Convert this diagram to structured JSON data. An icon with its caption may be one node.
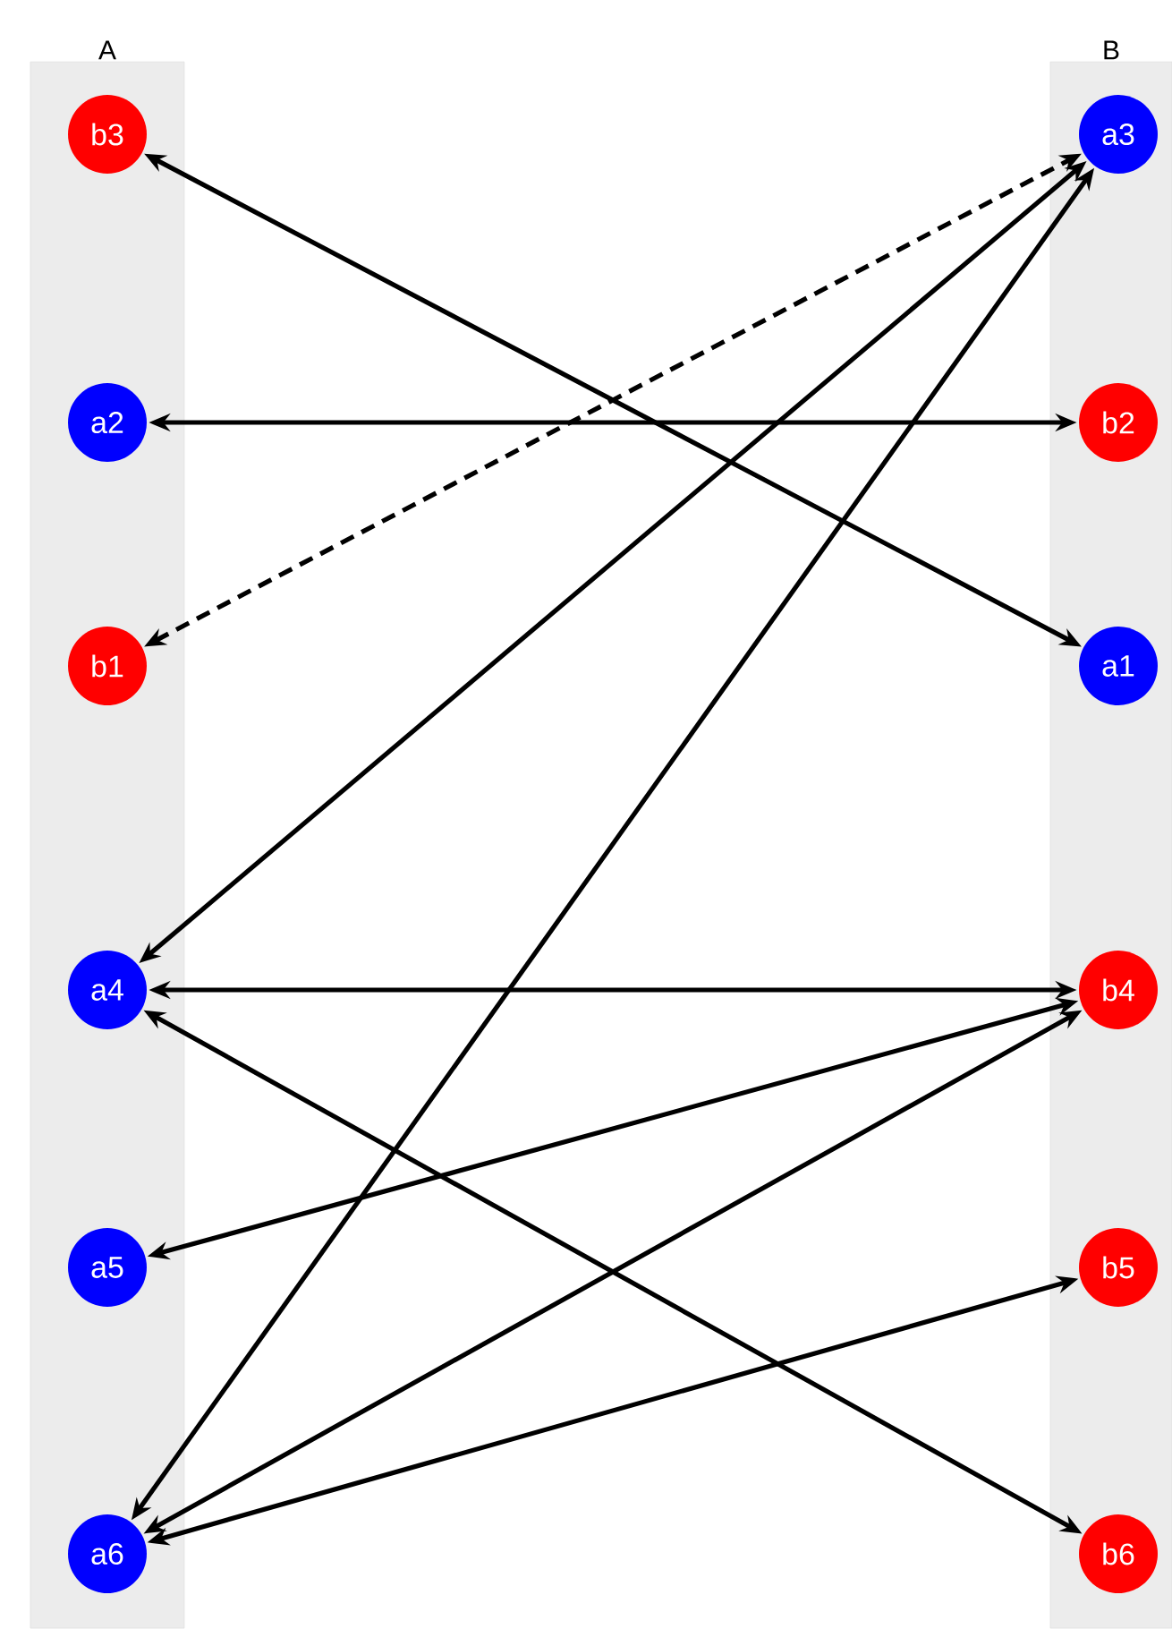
{
  "diagram": {
    "nodes": [
      {
        "text": [
          "A"
        ]
      },
      {
        "text": [
          "b3"
        ],
        "in": 0
      },
      {
        "text": [
          "a2"
        ],
        "in": 0
      },
      {
        "text": [
          "b1"
        ],
        "in": 0
      },
      {
        "text": [
          "a4"
        ],
        "in": 0
      },
      {
        "text": [
          "a5"
        ],
        "in": 0
      },
      {
        "text": [
          "a6"
        ],
        "in": 0
      },
      {
        "text": [
          "B"
        ]
      },
      {
        "text": [
          "a3"
        ],
        "in": 7
      },
      {
        "text": [
          "b2"
        ],
        "in": 7
      },
      {
        "text": [
          "a1"
        ],
        "in": 7
      },
      {
        "text": [
          "b4"
        ],
        "in": 7
      },
      {
        "text": [
          "b5"
        ],
        "in": 7
      },
      {
        "text": [
          "b6"
        ],
        "in": 7
      }
    ],
    "edges": [
      {
        "from": 1,
        "to": 10,
        "arrow": "both"
      },
      {
        "from": 2,
        "to": 9,
        "arrow": "both"
      },
      {
        "from": 3,
        "to": 8,
        "arrow": "both",
        "style": "dashed"
      },
      {
        "from": 4,
        "to": 8,
        "arrow": "both"
      },
      {
        "from": 6,
        "to": 8,
        "arrow": "both"
      },
      {
        "from": 4,
        "to": 11,
        "arrow": "both"
      },
      {
        "from": 5,
        "to": 11,
        "arrow": "both"
      },
      {
        "from": 6,
        "to": 11,
        "arrow": "both"
      },
      {
        "from": 4,
        "to": 13,
        "arrow": "both"
      },
      {
        "from": 6,
        "to": 12,
        "arrow": "both"
      }
    ]
  }
}
